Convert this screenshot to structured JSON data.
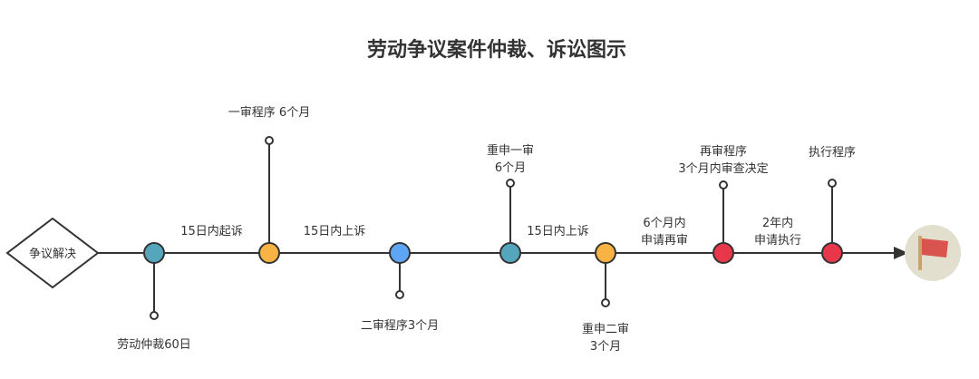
{
  "title": "劳动争议案件仲裁、诉讼图示",
  "colors": {
    "teal": "#55a6bd",
    "orange": "#f7b343",
    "blue": "#5ea6f5",
    "red": "#e8374a",
    "flag_bg": "#e2dfcf",
    "flag": "#d9534f",
    "pole": "#c7a46b"
  },
  "start": {
    "label": "争议解决"
  },
  "nodes": [
    {
      "color": "teal"
    },
    {
      "color": "orange"
    },
    {
      "color": "blue"
    },
    {
      "color": "teal"
    },
    {
      "color": "orange"
    },
    {
      "color": "red"
    },
    {
      "color": "red"
    }
  ],
  "segments": [
    [
      "15日内起诉"
    ],
    [
      "15日内上诉"
    ],
    [
      "15日内上诉"
    ],
    [
      "6个月内",
      "申请再审"
    ],
    [
      "2年内",
      "申请执行"
    ]
  ],
  "branches": [
    [
      "劳动仲裁60日"
    ],
    [
      "一审程序 6个月"
    ],
    [
      "二审程序3个月"
    ],
    [
      "重申一审",
      "6个月"
    ],
    [
      "重申二审",
      "3个月"
    ],
    [
      "再审程序",
      "3个月内审查决定"
    ],
    [
      "执行程序"
    ]
  ],
  "end": {
    "icon": "flag-icon"
  }
}
